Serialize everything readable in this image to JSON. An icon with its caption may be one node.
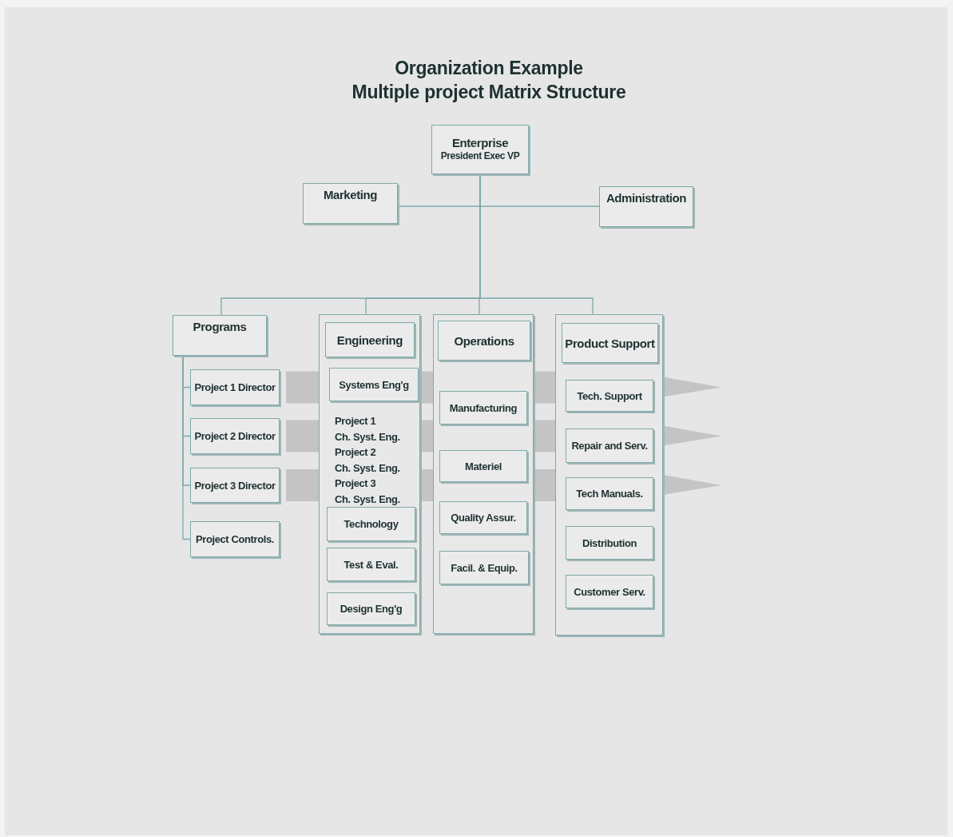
{
  "diagram": {
    "title": "Organization Example Multiple project Matrix Structure",
    "nodes": [
      {
        "text": [
          "Enterprise",
          "President Exec VP"
        ]
      },
      {
        "text": [
          "Marketing"
        ]
      },
      {
        "text": [
          "Administration"
        ]
      },
      {
        "text": [
          "Programs"
        ]
      },
      {
        "text": [
          "Project 1 Director"
        ]
      },
      {
        "text": [
          "Project 2 Director"
        ]
      },
      {
        "text": [
          "Project 3 Director"
        ]
      },
      {
        "text": [
          "Project Controls."
        ]
      },
      {
        "text": [
          "Project 1 Ch. Syst. Eng.",
          "Project 2 Ch. Syst. Eng.",
          "Project 3 Ch. Syst. Eng."
        ]
      },
      {
        "text": [
          "Engineering"
        ],
        "in": 8
      },
      {
        "text": [
          "Systems Eng'g"
        ],
        "in": 8
      },
      {
        "text": [
          "Technology"
        ],
        "in": 8
      },
      {
        "text": [
          "Test & Eval."
        ],
        "in": 8
      },
      {
        "text": [
          "Design Eng'g"
        ],
        "in": 8
      },
      {
        "text": [],
        "shape": "box"
      },
      {
        "text": [
          "Operations"
        ],
        "in": 14
      },
      {
        "text": [
          "Manufacturing"
        ],
        "in": 14
      },
      {
        "text": [
          "Materiel"
        ],
        "in": 14
      },
      {
        "text": [
          "Quality Assur."
        ],
        "in": 14
      },
      {
        "text": [
          "Facil. & Equip."
        ],
        "in": 14
      },
      {
        "text": [],
        "shape": "box"
      },
      {
        "text": [
          "Product Support"
        ],
        "in": 20
      },
      {
        "text": [
          "Tech. Support"
        ],
        "in": 20
      },
      {
        "text": [
          "Repair and Serv."
        ],
        "in": 20
      },
      {
        "text": [
          "Tech Manuals."
        ],
        "in": 20
      },
      {
        "text": [
          "Distribution"
        ],
        "in": 20
      },
      {
        "text": [
          "Customer Serv."
        ],
        "in": 20
      }
    ],
    "edges": [
      {
        "from": 0,
        "to": 1,
        "arrow": "none"
      },
      {
        "from": 0,
        "to": 2,
        "arrow": "none"
      },
      {
        "from": 0,
        "to": 3,
        "arrow": "none"
      },
      {
        "from": 0,
        "to": 8,
        "arrow": "none"
      },
      {
        "from": 0,
        "to": 14,
        "arrow": "none"
      },
      {
        "from": 0,
        "to": 20,
        "arrow": "none"
      },
      {
        "from": 3,
        "to": 4,
        "arrow": "none"
      },
      {
        "from": 3,
        "to": 5,
        "arrow": "none"
      },
      {
        "from": 3,
        "to": 6,
        "arrow": "none"
      },
      {
        "from": 3,
        "to": 7,
        "arrow": "none"
      },
      {
        "from": 4,
        "to": null,
        "arrow": "to",
        "style": "thick",
        "color": "#c4c4c4"
      },
      {
        "from": 5,
        "to": null,
        "arrow": "to",
        "style": "thick",
        "color": "#c4c4c4"
      },
      {
        "from": 6,
        "to": null,
        "arrow": "to",
        "style": "thick",
        "color": "#c4c4c4"
      }
    ]
  }
}
